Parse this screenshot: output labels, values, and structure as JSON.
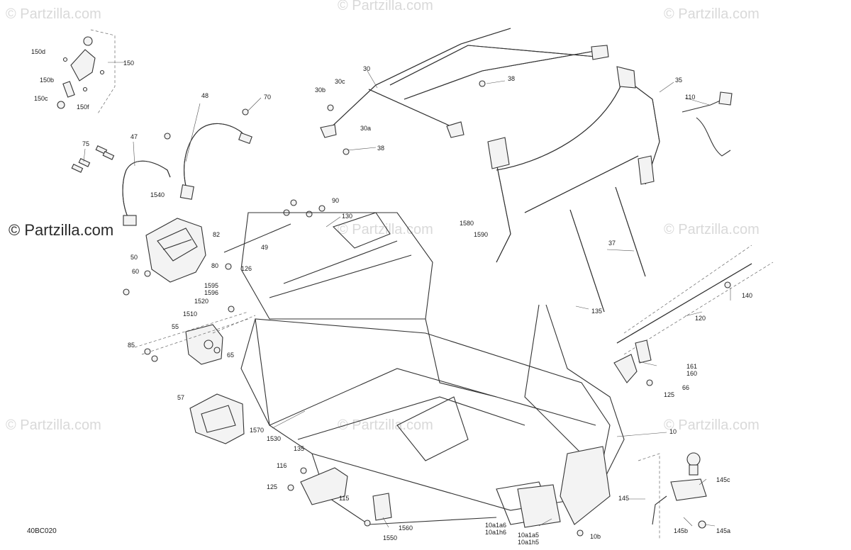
{
  "watermarks": {
    "brand": "© Partzilla.com",
    "faint": "© Partzilla.com"
  },
  "diagram_code": "40BC020",
  "callouts": {
    "c150d": "150d",
    "c150": "150",
    "c150b": "150b",
    "c150c": "150c",
    "c150f": "150f",
    "c48": "48",
    "c70": "70",
    "c47": "47",
    "c75": "75",
    "c30": "30",
    "c30c": "30c",
    "c30b": "30b",
    "c30a": "30a",
    "c38a": "38",
    "c38b": "38",
    "c35": "35",
    "c110": "110",
    "c1540": "1540",
    "c90": "90",
    "c130": "130",
    "c82": "82",
    "c49": "49",
    "c50": "50",
    "c60": "60",
    "c80": "80",
    "c126": "126",
    "c1595": "1595",
    "c1596": "1596",
    "c1520": "1520",
    "c1510": "1510",
    "c55": "55",
    "c85": "85",
    "c65": "65",
    "c57": "57",
    "c1580": "1580",
    "c1590": "1590",
    "c37": "37",
    "c140": "140",
    "c135a": "135",
    "c120": "120",
    "c161": "161",
    "c160": "160",
    "c66": "66",
    "c125a": "125",
    "c10": "10",
    "c1570": "1570",
    "c1530": "1530",
    "c135b": "135",
    "c116": "116",
    "c125b": "125",
    "c115": "115",
    "c1560": "1560",
    "c1550": "1550",
    "c10a1a6": "10a1a6",
    "c10a1h6": "10a1h6",
    "c10a1a5": "10a1a5",
    "c10a1h5": "10a1h5",
    "c10b": "10b",
    "c145": "145",
    "c145c": "145c",
    "c145b": "145b",
    "c145a": "145a"
  }
}
